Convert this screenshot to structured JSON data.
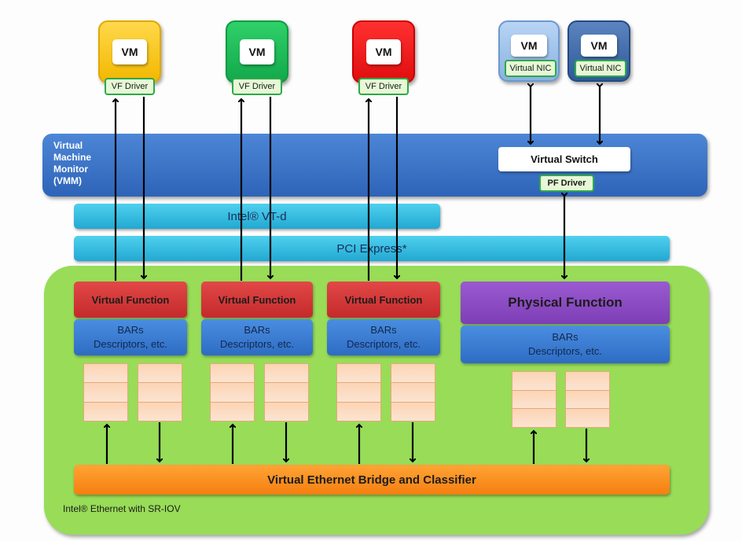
{
  "diagram": {
    "vf_vms": [
      {
        "label": "VM",
        "driver": "VF Driver",
        "color": "#f5c000"
      },
      {
        "label": "VM",
        "driver": "VF Driver",
        "color": "#18b050"
      },
      {
        "label": "VM",
        "driver": "VF Driver",
        "color": "#ee1818"
      }
    ],
    "nic_vms": [
      {
        "label": "VM",
        "nic": "Virtual NIC",
        "color": "#9cc2ec"
      },
      {
        "label": "VM",
        "nic": "Virtual NIC",
        "color": "#3a68a8"
      }
    ],
    "vmm": {
      "label_lines": [
        "Virtual",
        "Machine",
        "Monitor",
        "(VMM)"
      ],
      "virtual_switch": "Virtual Switch",
      "pf_driver": "PF Driver"
    },
    "vtd_label": "Intel® VT-d",
    "pcie_label": "PCI Express*",
    "adapter": {
      "label": "Intel® Ethernet with SR-IOV",
      "virtual_functions": [
        {
          "title": "Virtual Function",
          "bars_line1": "BARs",
          "bars_line2": "Descriptors, etc."
        },
        {
          "title": "Virtual Function",
          "bars_line1": "BARs",
          "bars_line2": "Descriptors, etc."
        },
        {
          "title": "Virtual Function",
          "bars_line1": "BARs",
          "bars_line2": "Descriptors, etc."
        }
      ],
      "physical_function": {
        "title": "Physical Function",
        "bars_line1": "BARs",
        "bars_line2": "Descriptors, etc."
      },
      "bridge_label": "Virtual Ethernet Bridge and Classifier"
    }
  }
}
